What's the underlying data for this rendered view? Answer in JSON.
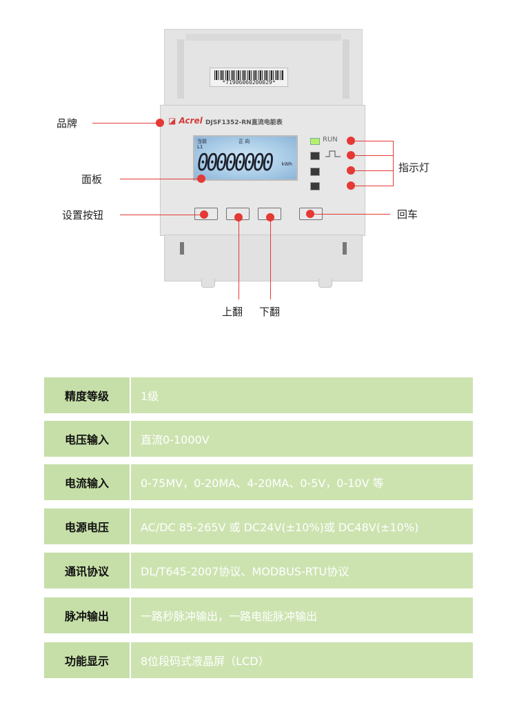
{
  "device": {
    "barcode_number": "*71906060200029*",
    "brand": "Acrel",
    "model": "DJSF1352-RN直流电能表",
    "lcd_line1": "当前",
    "lcd_line1b": "正 向",
    "lcd_line2": "L1",
    "lcd_digits": "00000000",
    "lcd_unit": "kWh",
    "run_label": "RUN"
  },
  "callouts": {
    "brand": "品牌",
    "panel": "面板",
    "set_buttons": "设置按钮",
    "indicators": "指示灯",
    "enter": "回车",
    "up": "上翻",
    "down": "下翻"
  },
  "specs": [
    {
      "key": "精度等级",
      "value": "1级"
    },
    {
      "key": "电压输入",
      "value": "直流0-1000V"
    },
    {
      "key": "电流输入",
      "value": "0-75MV，0-20MA、4-20MA、0-5V，0-10V 等"
    },
    {
      "key": "电源电压",
      "value": "AC/DC 85-265V 或 DC24V(±10%)或 DC48V(±10%)"
    },
    {
      "key": "通讯协议",
      "value": "DL/T645-2007协议、MODBUS-RTU协议"
    },
    {
      "key": "脉冲输出",
      "value": "一路秒脉冲输出，一路电能脉冲输出"
    },
    {
      "key": "功能显示",
      "value": "8位段码式液晶屏（LCD）"
    }
  ],
  "colors": {
    "accent_red": "#e53935",
    "spec_bg": "#cce3b0",
    "spec_key_bg": "#c6dfa8"
  }
}
